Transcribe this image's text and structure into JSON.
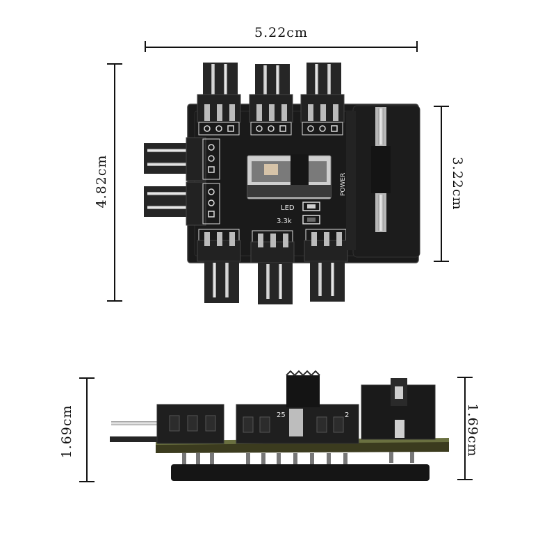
{
  "top_view": {
    "width_label": "5.22cm",
    "height_label": "4.82cm",
    "board_height_label": "3.22cm",
    "silkscreen": {
      "power": "POWER",
      "led": "LED",
      "resistor": "3.3k"
    }
  },
  "side_view": {
    "left_height_label": "1.69cm",
    "right_height_label": "1.69cm",
    "chip_marks": [
      "25",
      "2"
    ]
  },
  "colors": {
    "pcb": "#1a1a1a",
    "connector": "#242424",
    "pin": "#cfcfcf",
    "dimension_line": "#111111"
  }
}
